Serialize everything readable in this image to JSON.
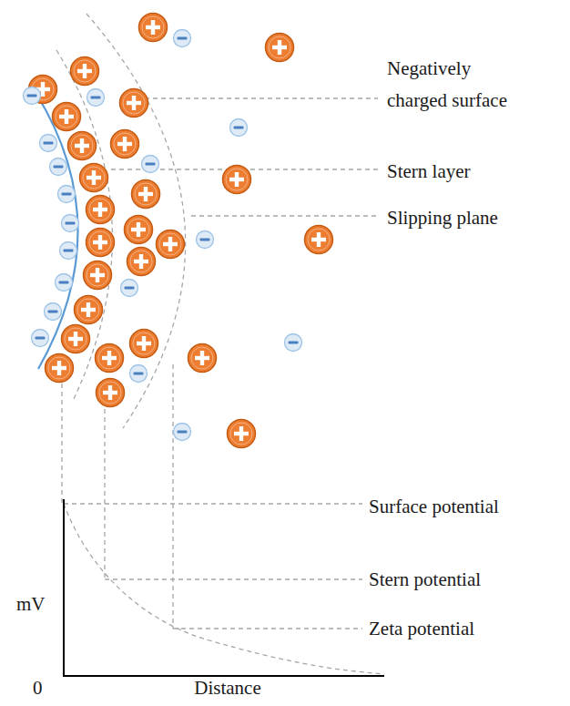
{
  "diagram": {
    "labels": [
      "Negatively charged surface",
      "Stern layer",
      "Slipping plane",
      "Surface potential",
      "Stern potential",
      "Zeta potential",
      "mV",
      "0",
      "Distance"
    ]
  }
}
